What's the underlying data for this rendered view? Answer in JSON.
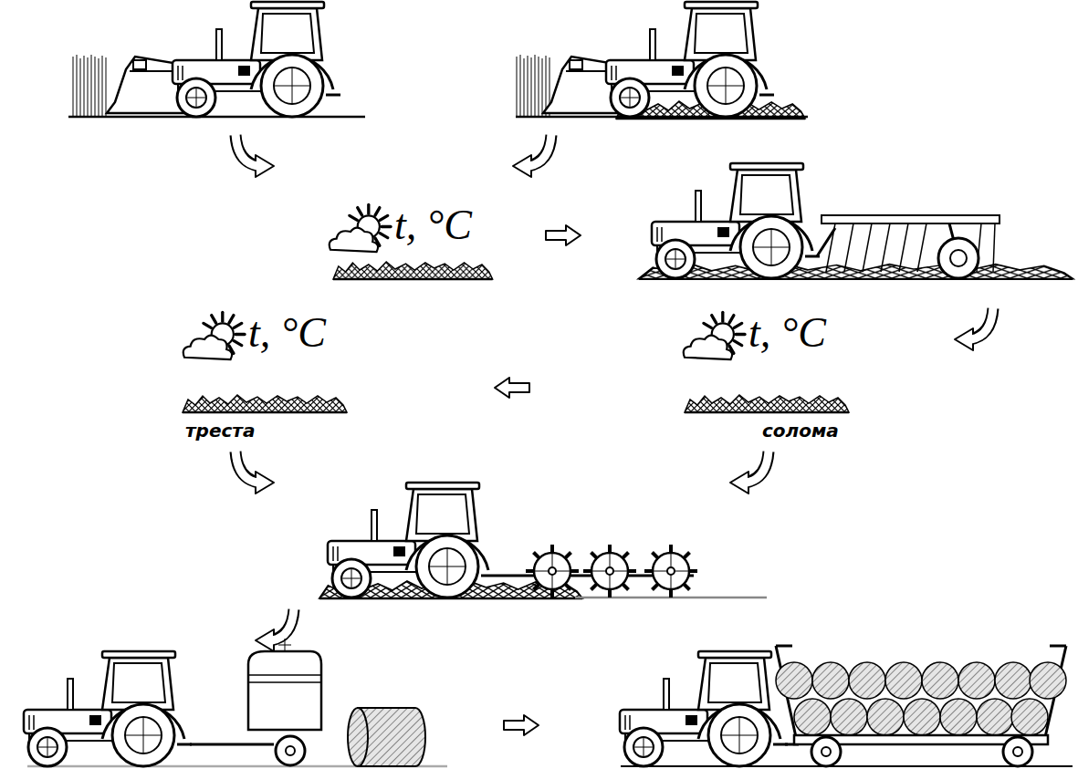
{
  "diagram": {
    "labels": [
      "t, °C",
      "t, °C",
      "t, °C",
      "треста",
      "солома"
    ]
  }
}
